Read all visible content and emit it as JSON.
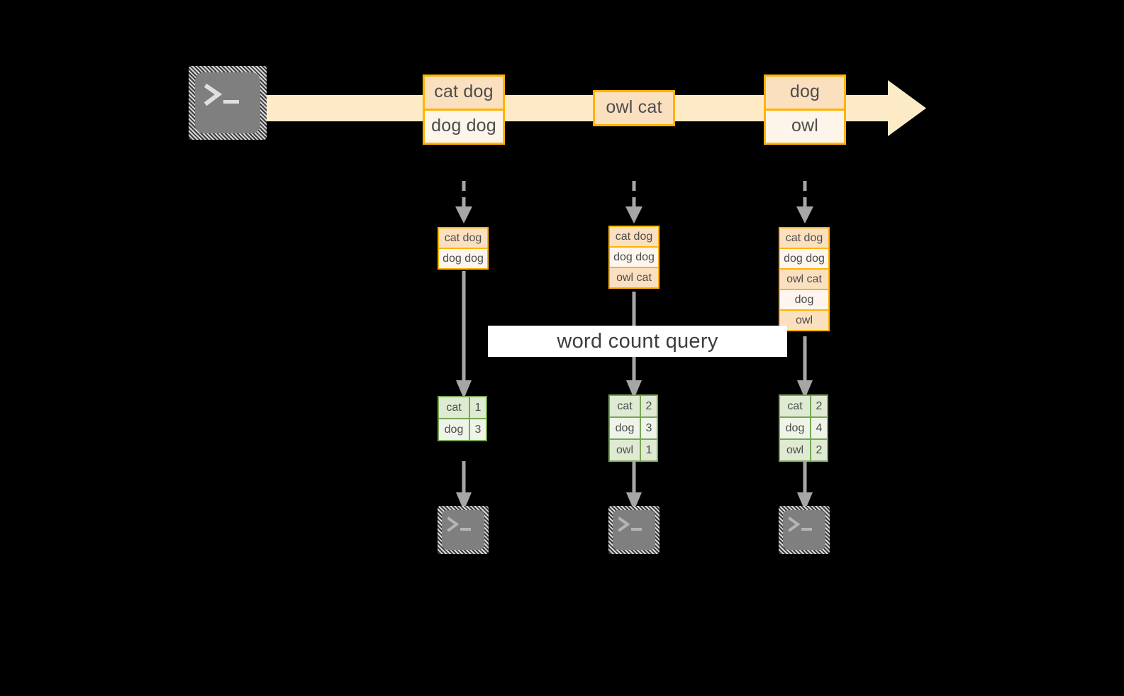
{
  "diagram": {
    "title": "word count query",
    "colors": {
      "background": "#000000",
      "stream_border": "#ffb300",
      "stream_fill_dark": "#fbe0c0",
      "stream_fill_light": "#fdf4ea",
      "timeline_arrow": "#fdebc8",
      "result_border": "#78a753",
      "result_fill_dark": "#dfead2",
      "result_fill_light": "#eef4e8",
      "connector_gray": "#a6a6a6",
      "terminal_face": "#7f7f7f",
      "label_background": "#ffffff",
      "text": "#4d4d4d"
    },
    "source": {
      "icon": "terminal-icon",
      "prompt": "> _"
    },
    "timeline": {
      "icon": "right-arrow-icon",
      "direction": "left-to-right"
    },
    "stream_groups": [
      {
        "cells": [
          {
            "text": "cat dog",
            "shade": "dark"
          },
          {
            "text": "dog dog",
            "shade": "light"
          }
        ]
      },
      {
        "cells": [
          {
            "text": "owl cat",
            "shade": "dark"
          }
        ]
      },
      {
        "cells": [
          {
            "text": "dog",
            "shade": "dark"
          },
          {
            "text": "owl",
            "shade": "light"
          }
        ]
      }
    ],
    "batches": [
      {
        "rows": [
          {
            "text": "cat dog",
            "shade": "dark"
          },
          {
            "text": "dog dog",
            "shade": "light"
          }
        ]
      },
      {
        "rows": [
          {
            "text": "cat dog",
            "shade": "dark"
          },
          {
            "text": "dog dog",
            "shade": "light"
          },
          {
            "text": "owl cat",
            "shade": "dark"
          }
        ]
      },
      {
        "rows": [
          {
            "text": "cat dog",
            "shade": "dark"
          },
          {
            "text": "dog dog",
            "shade": "light"
          },
          {
            "text": "owl cat",
            "shade": "dark"
          },
          {
            "text": "dog",
            "shade": "light"
          },
          {
            "text": "owl",
            "shade": "dark"
          }
        ]
      }
    ],
    "results": [
      {
        "rows": [
          {
            "word": "cat",
            "count": "1",
            "shade": "dark"
          },
          {
            "word": "dog",
            "count": "3",
            "shade": "light"
          }
        ]
      },
      {
        "rows": [
          {
            "word": "cat",
            "count": "2",
            "shade": "dark"
          },
          {
            "word": "dog",
            "count": "3",
            "shade": "light"
          },
          {
            "word": "owl",
            "count": "1",
            "shade": "dark"
          }
        ]
      },
      {
        "rows": [
          {
            "word": "cat",
            "count": "2",
            "shade": "dark"
          },
          {
            "word": "dog",
            "count": "4",
            "shade": "light"
          },
          {
            "word": "owl",
            "count": "2",
            "shade": "dark"
          }
        ]
      }
    ],
    "sinks": [
      {
        "icon": "terminal-icon",
        "prompt": "> _"
      },
      {
        "icon": "terminal-icon",
        "prompt": "> _"
      },
      {
        "icon": "terminal-icon",
        "prompt": "> _"
      }
    ]
  }
}
